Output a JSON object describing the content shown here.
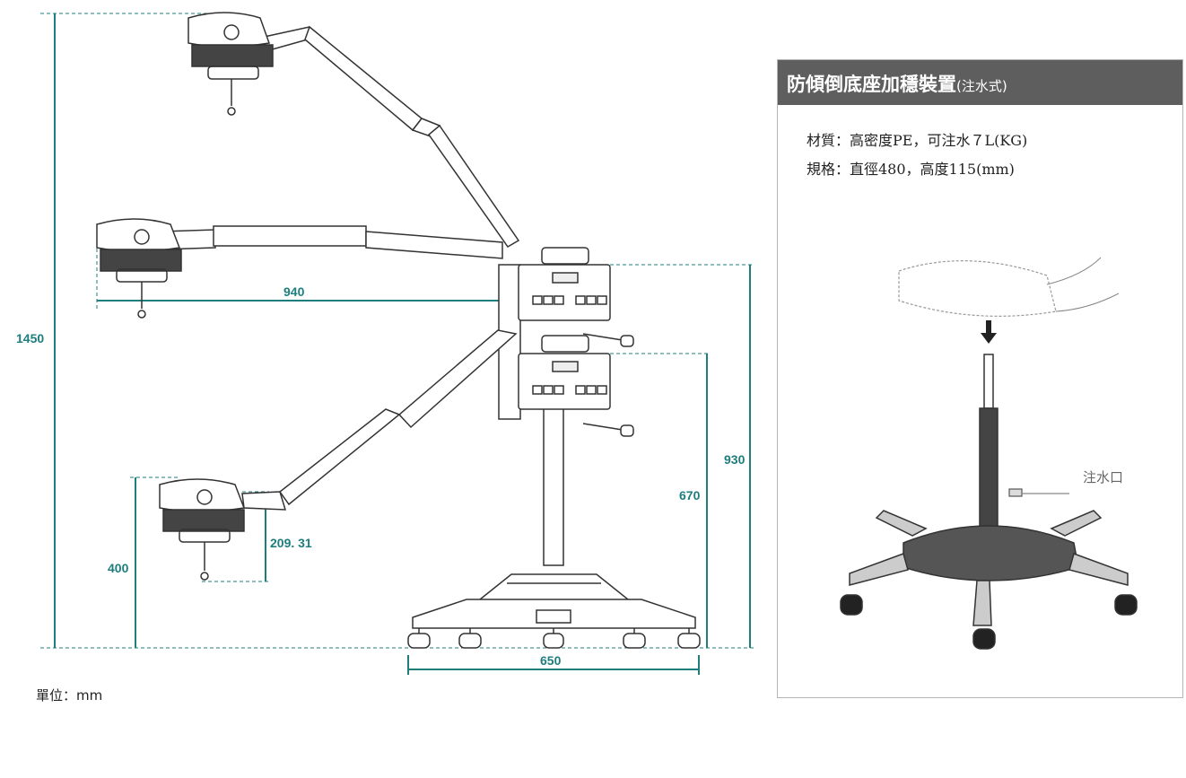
{
  "dimensions": {
    "total_height": "1450",
    "arm_reach": "940",
    "column_height_top": "930",
    "column_height_lower": "670",
    "low_lamp_height": "400",
    "lamp_drop": "209. 31",
    "base_width": "650"
  },
  "unit_label": "單位：mm",
  "panel": {
    "title": "防傾倒底座加穩裝置",
    "title_suffix": "(注水式)",
    "material": "材質：高密度PE，可注水７L(KG)",
    "spec": "規格：直徑480，高度115(mm)",
    "water_port": "注水口"
  },
  "colors": {
    "dimension_line": "#1e7d7d",
    "panel_header": "#5e5e5e",
    "drawing_line": "#333333",
    "base_fill": "#555555"
  }
}
